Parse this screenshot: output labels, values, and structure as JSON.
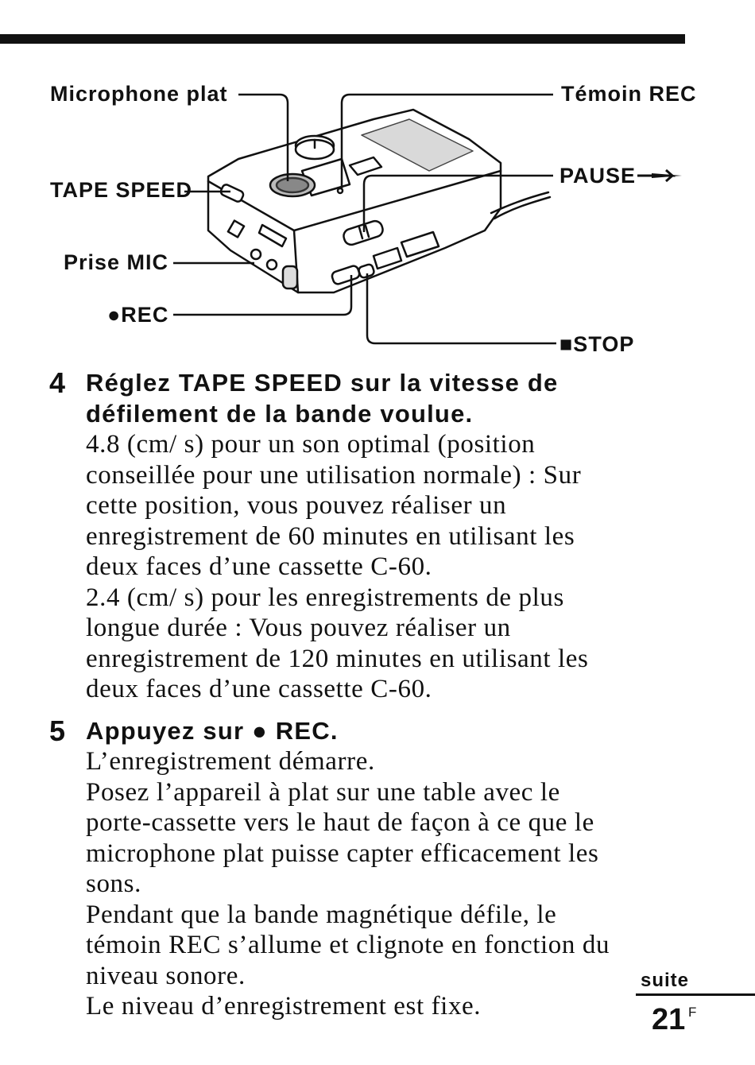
{
  "callouts": {
    "microphone_plat": "Microphone plat",
    "tape_speed": "TAPE SPEED",
    "prise_mic": "Prise MIC",
    "rec": "●REC",
    "temoin_rec": "Témoin REC",
    "pause": "PAUSE",
    "stop": "■STOP"
  },
  "steps": [
    {
      "number": "4",
      "title": [
        "Réglez TAPE SPEED sur la vitesse de",
        "défilement de la bande voulue."
      ],
      "body": [
        "4.8 (cm/ s) pour un son optimal (position",
        "conseillée pour une utilisation normale) : Sur",
        "cette position, vous pouvez réaliser un",
        "enregistrement de 60 minutes en utilisant les",
        "deux faces d’une cassette C-60.",
        "2.4 (cm/ s) pour les enregistrements de plus",
        "longue durée : Vous pouvez réaliser un",
        "enregistrement de 120 minutes en utilisant les",
        "deux faces d’une cassette C-60."
      ]
    },
    {
      "number": "5",
      "title": [
        "Appuyez sur ● REC."
      ],
      "body": [
        "L’enregistrement démarre.",
        "Posez l’appareil à plat sur une table avec le",
        "porte-cassette vers le haut de façon à ce que le",
        "microphone plat puisse capter efficacement les",
        "sons.",
        "Pendant que la bande magnétique défile, le",
        "témoin REC s’allume et clignote en fonction du",
        "niveau sonore.",
        "Le niveau d’enregistrement est fixe."
      ]
    }
  ],
  "footer": {
    "suite": "suite",
    "page_number": "21",
    "page_suffix": "F"
  }
}
